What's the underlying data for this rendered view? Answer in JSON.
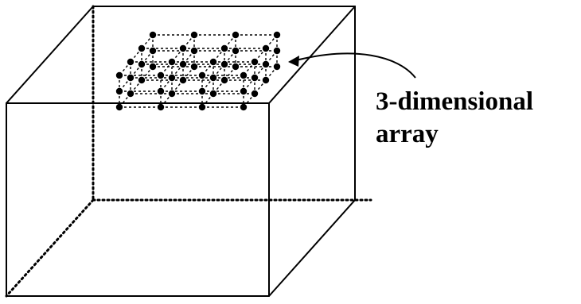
{
  "diagram": {
    "label_line1": "3-dimensional",
    "label_line2": "array",
    "grid_dimensions": [
      4,
      4,
      3
    ],
    "colors": {
      "line": "#000000",
      "background": "#ffffff"
    }
  }
}
